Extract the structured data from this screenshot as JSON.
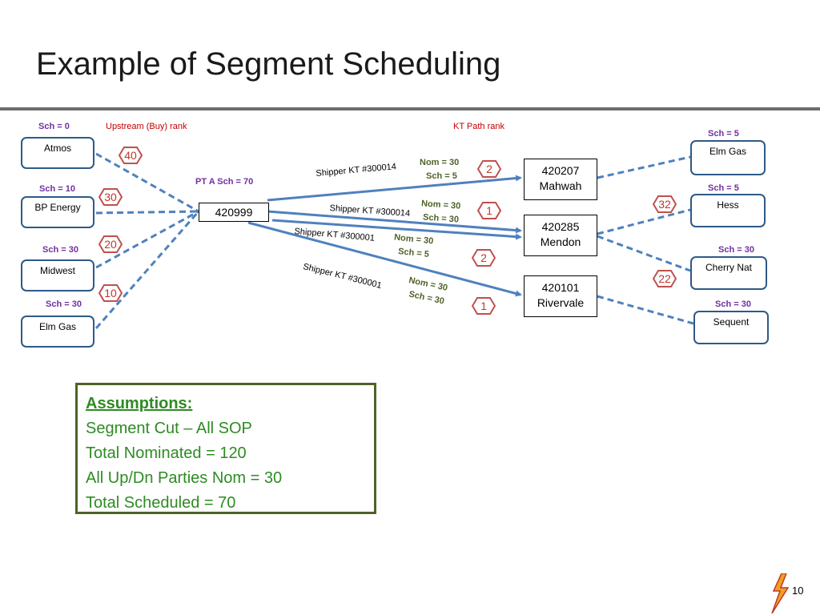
{
  "slide": {
    "title": "Example of Segment Scheduling",
    "page_number": "10"
  },
  "labels": {
    "upstream_rank": "Upstream (Buy) rank",
    "kt_path_rank": "KT Path rank",
    "pt_a_sch": "PT A Sch = 70"
  },
  "upstream": [
    {
      "name": "Atmos",
      "sch": "Sch = 0",
      "rank": "40"
    },
    {
      "name": "BP Energy",
      "sch": "Sch = 10",
      "rank": "30"
    },
    {
      "name": "Midwest",
      "sch": "Sch = 30",
      "rank": "20"
    },
    {
      "name": "Elm Gas",
      "sch": "Sch = 30",
      "rank": "10"
    }
  ],
  "receipt_point": {
    "id": "420999"
  },
  "delivery_points": [
    {
      "id": "420207",
      "name": "Mahwah"
    },
    {
      "id": "420285",
      "name": "Mendon"
    },
    {
      "id": "420101",
      "name": "Rivervale"
    }
  ],
  "paths": [
    {
      "shipper": "Shipper KT #300014",
      "nom": "Nom = 30",
      "sch": "Sch = 5",
      "rank": "2"
    },
    {
      "shipper": "Shipper KT #300014",
      "nom": "Nom = 30",
      "sch": "Sch = 30",
      "rank": "1"
    },
    {
      "shipper": "Shipper KT #300001",
      "nom": "Nom = 30",
      "sch": "Sch = 5",
      "rank": "2"
    },
    {
      "shipper": "Shipper KT #300001",
      "nom": "Nom = 30",
      "sch": "Sch = 30",
      "rank": "1"
    }
  ],
  "downstream": [
    {
      "name": "Elm Gas",
      "sch": "Sch = 5"
    },
    {
      "name": "Hess",
      "sch": "Sch = 5",
      "rank": "32"
    },
    {
      "name": "Cherry Nat",
      "sch": "Sch = 30",
      "rank": "22"
    },
    {
      "name": "Sequent",
      "sch": "Sch = 30"
    }
  ],
  "assumptions": {
    "heading": "Assumptions:",
    "lines": [
      "Segment Cut – All SOP",
      "Total Nominated = 120",
      "All Up/Dn Parties Nom = 30",
      "Total Scheduled = 70"
    ]
  },
  "colors": {
    "arrow": "#4f81bd",
    "rank_hexagon": "#c0504d",
    "box_border": "#2e5a87",
    "assumption_text": "#2e8b23"
  }
}
